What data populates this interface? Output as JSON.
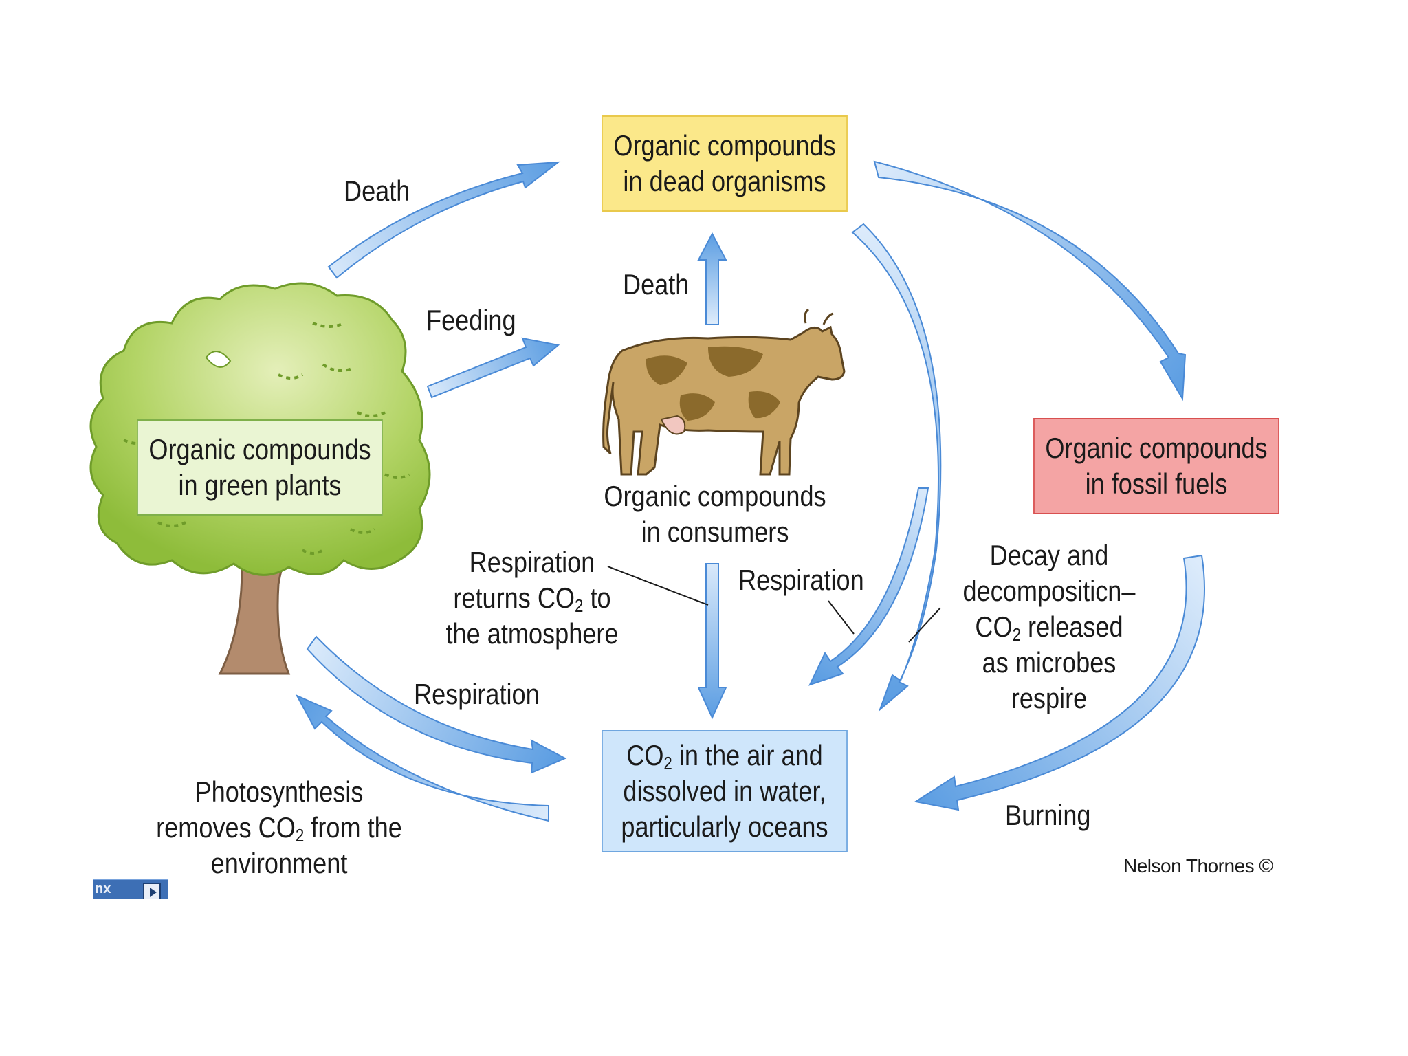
{
  "nodes": {
    "dead_organisms": {
      "line1": "Organic compounds",
      "line2": "in dead organisms",
      "fill": "#fbe88a",
      "border": "#e9c94c"
    },
    "green_plants": {
      "line1": "Organic compounds",
      "line2": "in green plants",
      "fill": "#eaf5d3",
      "border": "#7fb04a"
    },
    "consumers": {
      "line1": "Organic compounds",
      "line2": "in consumers"
    },
    "fossil_fuels": {
      "line1": "Organic compounds",
      "line2": "in fossil fuels",
      "fill": "#f4a4a4",
      "border": "#d85050"
    },
    "co2": {
      "line1_sym": "CO",
      "line1_sub": "2",
      "line1_rest": " in the air and",
      "line2": "dissolved in water,",
      "line3": "particularly oceans",
      "fill": "#cfe6fb",
      "border": "#6fa6df"
    }
  },
  "labels": {
    "death_plants": "Death",
    "death_consumers": "Death",
    "feeding": "Feeding",
    "respiration_note": {
      "line1": "Respiration",
      "line2_a": "returns CO",
      "line2_sub": "2",
      "line2_b": " to",
      "line3": "the atmosphere"
    },
    "respiration_consumers": "Respiration",
    "respiration_plants": "Respiration",
    "photosynthesis": {
      "line1": "Photosynthesis",
      "line2_a": "removes CO",
      "line2_sub": "2",
      "line2_b": " from the",
      "line3": "environment"
    },
    "decay": {
      "line1": "Decay and",
      "line2": "decompositicn–",
      "line3_a": "CO",
      "line3_sub": "2",
      "line3_b": " released",
      "line4": "as microbes",
      "line5": "respire"
    },
    "burning": "Burning"
  },
  "credit": "Nelson Thornes ©",
  "media_thumb_text": "nx",
  "colors": {
    "arrow_dark": "#5b9de2",
    "arrow_light": "#dcebfb",
    "arrow_stroke": "#4a8ad6",
    "tree_foliage": "#9dc940",
    "tree_trunk": "#b38b6d",
    "cow_body": "#c9a566",
    "cow_spots": "#8b6a2c"
  },
  "icons": {
    "tree": "tree-illustration",
    "cow": "cow-illustration"
  }
}
